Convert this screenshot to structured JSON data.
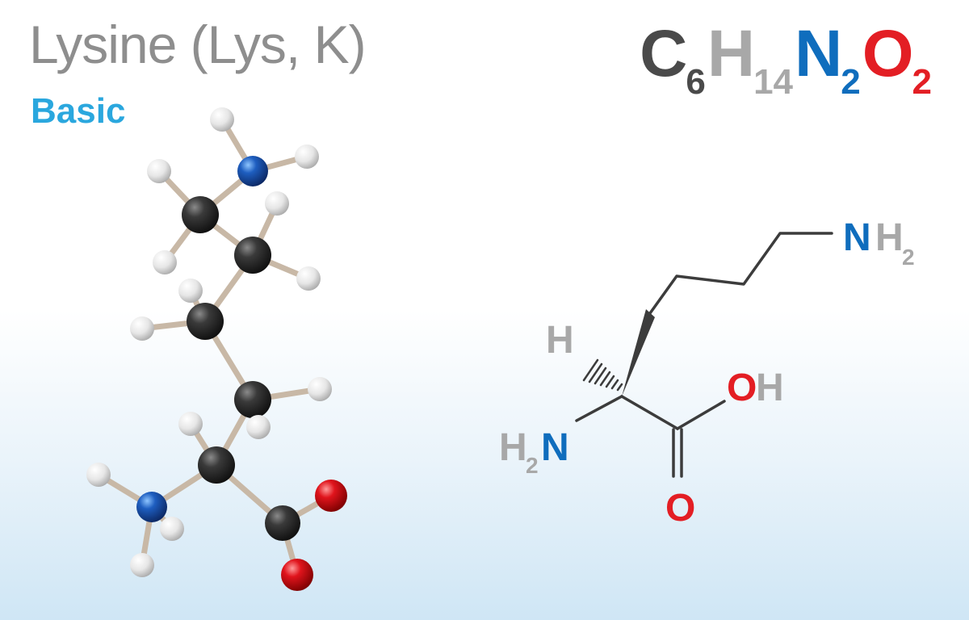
{
  "header": {
    "title": "Lysine (Lys, K)",
    "category": "Basic"
  },
  "formula": {
    "parts": [
      {
        "symbol": "C",
        "count": "6",
        "color": "#4a4a4a"
      },
      {
        "symbol": "H",
        "count": "14",
        "color": "#a8a8a8"
      },
      {
        "symbol": "N",
        "count": "2",
        "color": "#0f6dbd"
      },
      {
        "symbol": "O",
        "count": "2",
        "color": "#e31e24"
      }
    ]
  },
  "structure": {
    "side_chain_amine": {
      "N": "N",
      "H": "H",
      "sub": "2"
    },
    "alpha_h": "H",
    "alpha_amine": {
      "H": "H",
      "sub": "2",
      "N": "N"
    },
    "hydroxyl": {
      "O": "O",
      "H": "H"
    },
    "carbonyl_o": "O"
  },
  "colors": {
    "carbon": "#2b2b2b",
    "hydrogen": "#e8e8e8",
    "nitrogen": "#1a4fa0",
    "oxygen": "#d71920",
    "bond": "#c9b9a8",
    "title": "#8e8e8e",
    "category": "#2aa7de"
  }
}
